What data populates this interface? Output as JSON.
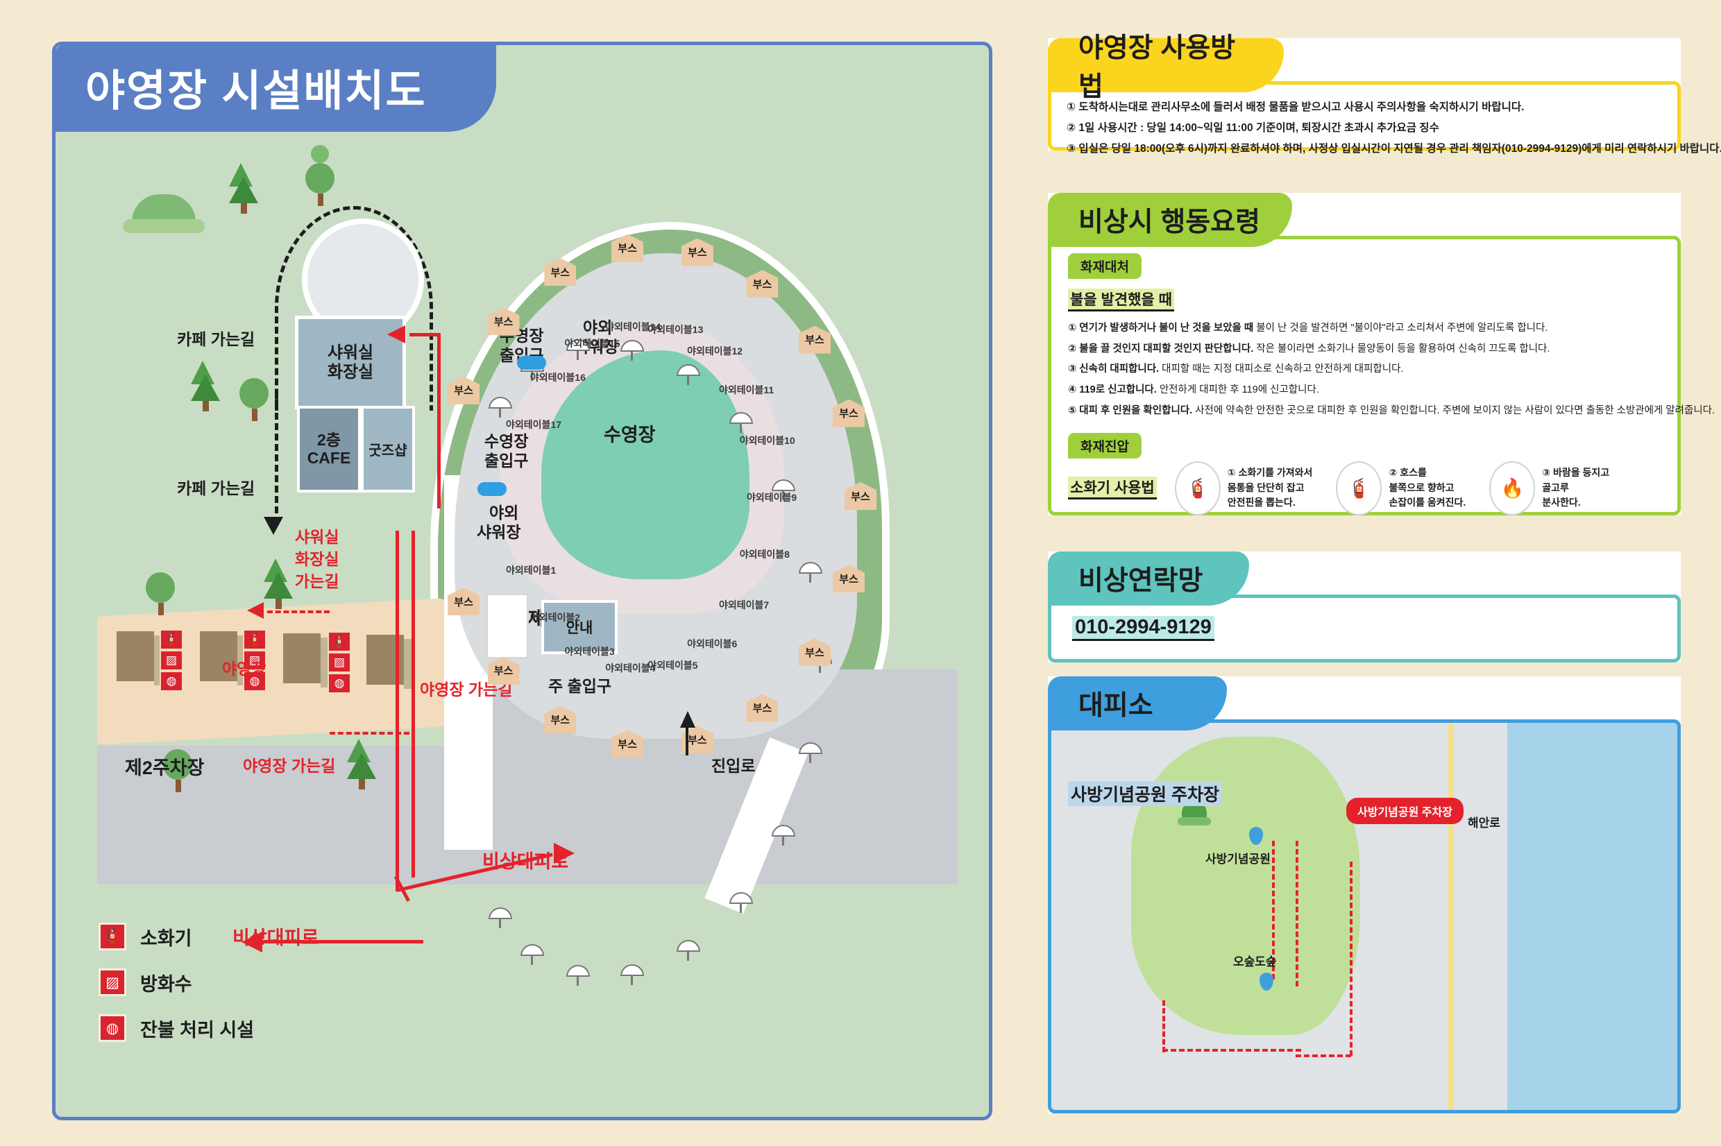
{
  "map": {
    "title": "야영장 시설배치도",
    "labels": {
      "cafe_path_top": "카페 가는길",
      "cafe_path_bottom": "카페 가는길",
      "shower_toilet": "샤워실\n화장실",
      "shower_toilet_l1": "샤워실",
      "shower_toilet_l2": "화장실",
      "cafe_2f_l1": "2층",
      "cafe_2f_l2": "CAFE",
      "goods_shop": "굿즈샵",
      "shower_path": "샤워실\n화장실\n가는길",
      "shower_path_l1": "샤워실",
      "shower_path_l2": "화장실",
      "shower_path_l3": "가는길",
      "pool": "수영장",
      "pool_entrance_top": "수영장\n출입구",
      "pool_entrance_top_l1": "수영장",
      "pool_entrance_top_l2": "출입구",
      "pool_entrance_bottom_l1": "수영장",
      "pool_entrance_bottom_l2": "출입구",
      "outdoor_shower_l1": "야외",
      "outdoor_shower_l2": "샤워장",
      "outdoor_shower2_l1": "야외",
      "outdoor_shower2_l2": "샤워장",
      "campsite": "야영장",
      "info_desk": "안내",
      "main_entrance": "주 출입구",
      "parking1": "제1주차장",
      "parking2": "제2주차장",
      "entry_road": "진입로",
      "camp_path_1": "야영장 가는길",
      "camp_path_2": "야영장 가는길",
      "evac_route_1": "비상대피로",
      "evac_route_2": "비상대피로"
    },
    "booth_label": "부스",
    "outdoor_tables": [
      "야외테이블1",
      "야외테이블2",
      "야외테이블3",
      "야외테이블4",
      "야외테이블5",
      "야외테이블6",
      "야외테이블7",
      "야외테이블8",
      "야외테이블9",
      "야외테이블10",
      "야외테이블11",
      "야외테이블12",
      "야외테이블13",
      "야외테이블14",
      "야외테이블15",
      "야외테이블16",
      "야외테이블17"
    ],
    "legend": [
      {
        "icon": "fire-extinguisher-icon",
        "label": "소화기"
      },
      {
        "icon": "fire-water-icon",
        "label": "방화수"
      },
      {
        "icon": "ember-disposal-icon",
        "label": "잔불 처리 시설"
      }
    ]
  },
  "panel_usage": {
    "title": "야영장 사용방법",
    "rules": [
      "① 도착하시는대로 관리사무소에 들러서 배정 물품을 받으시고 사용시 주의사항을 숙지하시기 바랍니다.",
      "② 1일 사용시간 : 당일 14:00~익일 11:00 기준이며, 퇴장시간 초과시 추가요금 징수",
      "③ 입실은 당일 18:00(오후 6시)까지 완료하셔야 하며, 사정상 입실시간이 지연될 경우 관리 책임자(010-2994-9129)에게 미리 연락하시기 바랍니다."
    ]
  },
  "panel_emergency": {
    "title": "비상시 행동요령",
    "fire_response_tag": "화재대처",
    "fire_response_heading": "불을 발견했을 때",
    "steps": [
      {
        "bold": "① 연기가 발생하거나 불이 난 것을 보았을 때",
        "rest": "불이 난 것을 발견하면 \"불이야\"라고 소리쳐서 주변에 알리도록 합니다."
      },
      {
        "bold": "② 불을 끌 것인지 대피할 것인지 판단합니다.",
        "rest": "작은 불이라면 소화기나 물양동이 등을 활용하여 신속히 끄도록 합니다."
      },
      {
        "bold": "③ 신속히 대피합니다.",
        "rest": "대피할 때는 지정 대피소로 신속하고 안전하게 대피합니다."
      },
      {
        "bold": "④ 119로 신고합니다.",
        "rest": "안전하게 대피한 후 119에 신고합니다."
      },
      {
        "bold": "⑤ 대피 후 인원을 확인합니다.",
        "rest": "사전에 약속한 안전한 곳으로 대피한 후 인원을 확인합니다. 주변에 보이지 않는 사람이 있다면 출동한 소방관에게 알려줍니다."
      }
    ],
    "suppression_tag": "화재진압",
    "suppression_heading": "소화기 사용법",
    "suppression_steps": [
      {
        "icon": "extinguisher-pin-icon",
        "text": "① 소화기를 가져와서\n몸통을 단단히 잡고\n안전핀을 뽑는다.",
        "l1": "① 소화기를 가져와서",
        "l2": "몸통을 단단히 잡고",
        "l3": "안전핀을 뽑는다."
      },
      {
        "icon": "extinguisher-hose-icon",
        "text": "② 호스를\n불쪽으로 향하고\n손잡이를 움켜진다.",
        "l1": "② 호스를",
        "l2": "불쪽으로 향하고",
        "l3": "손잡이를 움켜진다."
      },
      {
        "icon": "extinguisher-spray-icon",
        "text": "③ 바람을 등지고\n골고루\n분사한다.",
        "l1": "③ 바람을 등지고",
        "l2": "골고루",
        "l3": "분사한다."
      }
    ]
  },
  "panel_contact": {
    "title": "비상연락망",
    "phone": "010-2994-9129"
  },
  "panel_shelter": {
    "title": "대피소",
    "subtitle": "사방기념공원 주차장",
    "map_labels": {
      "badge": "사방기념공원 주차장",
      "coast_road": "해안로",
      "park": "사방기념공원",
      "forest": "오숲도숲"
    }
  },
  "colors": {
    "background": "#f3ead1",
    "map_border": "#5b7fc4",
    "usage_accent": "#fbd51d",
    "emergency_accent": "#9fd03b",
    "contact_accent": "#5ec4bd",
    "shelter_accent": "#3f9ede",
    "route_red": "#e4222b"
  }
}
